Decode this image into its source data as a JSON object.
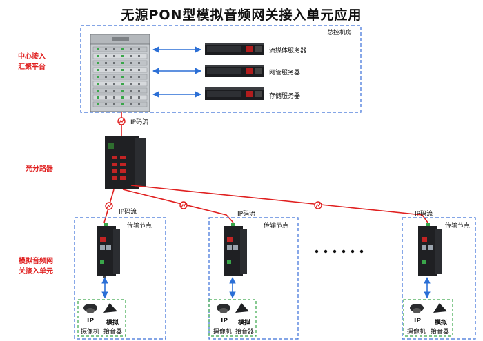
{
  "title": "无源PON型模拟音频网关接入单元应用",
  "left_labels": {
    "central_line1": "中心接入",
    "central_line2": "汇聚平台",
    "splitter": "光分路器",
    "gateway_line1": "模拟音频网",
    "gateway_line2": "关接入单元"
  },
  "control_room": {
    "label": "总控机房"
  },
  "servers": [
    {
      "label": "流媒体服务器"
    },
    {
      "label": "网管服务器"
    },
    {
      "label": "存储服务器"
    }
  ],
  "links": {
    "ip_stream": "IP码流"
  },
  "node_label": "传输节点",
  "nodes": [
    {
      "ip_label": "IP码流",
      "camera_line1": "IP",
      "camera_line2": "摄像机",
      "pickup_line1": "模拟",
      "pickup_line2": "拾音器"
    },
    {
      "ip_label": "IP码流",
      "camera_line1": "IP",
      "camera_line2": "摄像机",
      "pickup_line1": "模拟",
      "pickup_line2": "拾音器"
    },
    {
      "ip_label": "IP码流",
      "camera_line1": "IP",
      "camera_line2": "摄像机",
      "pickup_line1": "模拟",
      "pickup_line2": "拾音器"
    }
  ],
  "colors": {
    "fiber": "#e02020",
    "arrow": "#2b6fd6",
    "control_border": "#3a6fd8",
    "node_border": "#3a6fd8",
    "device_border": "#3aa64a"
  }
}
